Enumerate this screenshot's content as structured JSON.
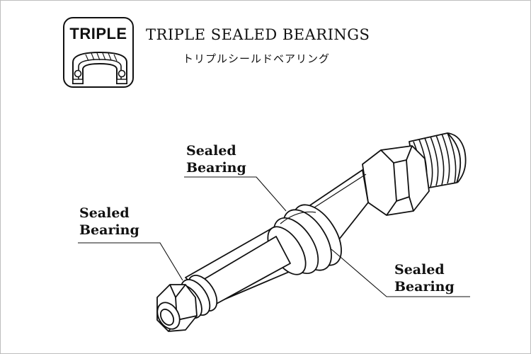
{
  "badge": {
    "label": "TRIPLE"
  },
  "header": {
    "title": "TRIPLE SEALED BEARINGS",
    "subtitle": "トリプルシールドベアリング"
  },
  "callouts": [
    {
      "line1": "Sealed",
      "line2": "Bearing"
    },
    {
      "line1": "Sealed",
      "line2": "Bearing"
    },
    {
      "line1": "Sealed",
      "line2": "Bearing"
    }
  ]
}
